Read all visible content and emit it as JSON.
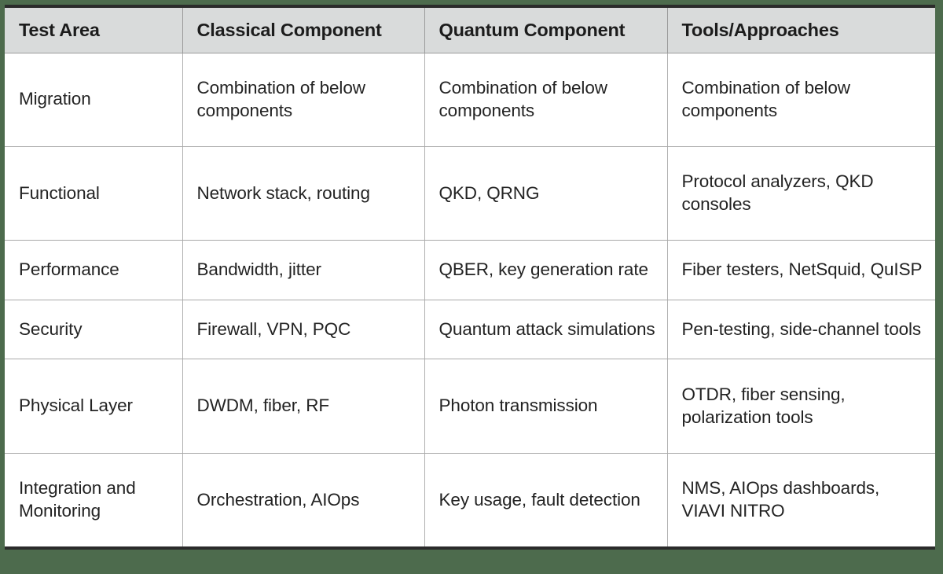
{
  "page": {
    "background_color": "#4d6b4d",
    "card_background": "#ffffff",
    "header_background": "#d9dbdb",
    "rule_color": "#2b2b2b",
    "grid_line_color": "#a9a9a9"
  },
  "table": {
    "columns": [
      {
        "key": "test_area",
        "label": "Test Area"
      },
      {
        "key": "classical_component",
        "label": "Classical Component"
      },
      {
        "key": "quantum_component",
        "label": "Quantum Component"
      },
      {
        "key": "tools_approaches",
        "label": "Tools/Approaches"
      }
    ],
    "rows": [
      {
        "test_area": "Migration",
        "classical_component": "Combination of below components",
        "quantum_component": "Combination of below components",
        "tools_approaches": "Combination of below components"
      },
      {
        "test_area": "Functional",
        "classical_component": "Network stack, routing",
        "quantum_component": "QKD, QRNG",
        "tools_approaches": "Protocol analyzers, QKD consoles"
      },
      {
        "test_area": "Performance",
        "classical_component": "Bandwidth, jitter",
        "quantum_component": "QBER, key generation rate",
        "tools_approaches": "Fiber testers, NetSquid, QuISP"
      },
      {
        "test_area": "Security",
        "classical_component": "Firewall, VPN, PQC",
        "quantum_component": "Quantum attack simulations",
        "tools_approaches": "Pen-testing, side-channel tools"
      },
      {
        "test_area": "Physical Layer",
        "classical_component": "DWDM, fiber, RF",
        "quantum_component": "Photon transmission",
        "tools_approaches": "OTDR, fiber sensing, polarization tools"
      },
      {
        "test_area": "Integration and Monitoring",
        "classical_component": "Orchestration, AIOps",
        "quantum_component": "Key usage, fault detection",
        "tools_approaches": "NMS, AIOps dashboards, VIAVI NITRO"
      }
    ]
  }
}
